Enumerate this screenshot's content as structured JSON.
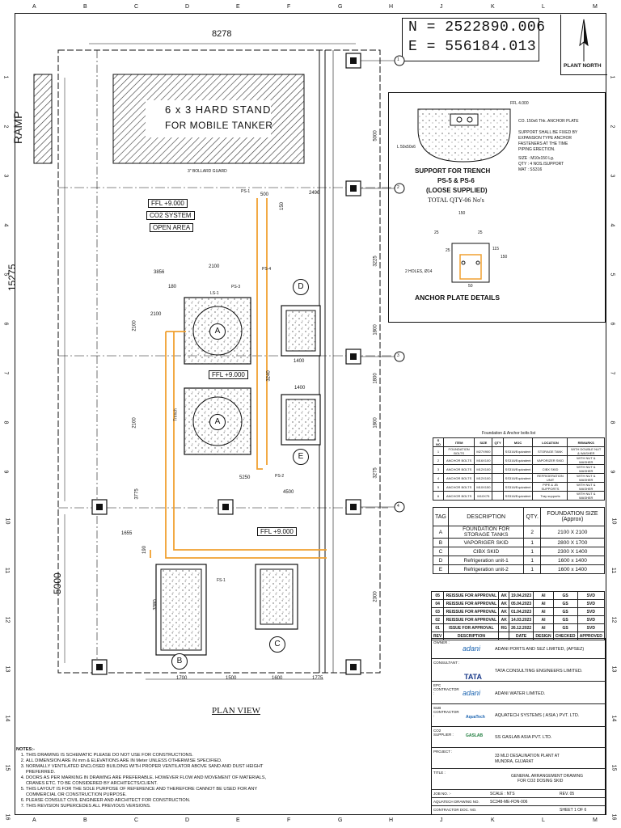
{
  "border": {
    "top_marks": [
      "A",
      "B",
      "C",
      "D",
      "E",
      "F",
      "G",
      "H",
      "J",
      "K",
      "L",
      "M"
    ],
    "side_marks": [
      "1",
      "2",
      "3",
      "4",
      "5",
      "6",
      "7",
      "8",
      "9",
      "10",
      "11",
      "12",
      "13",
      "14",
      "15",
      "16"
    ]
  },
  "coordinates": {
    "north": "N = 2522890.006",
    "east": "E = 556184.013"
  },
  "north_arrow_label": "PLANT NORTH",
  "plan": {
    "ramp": "RAMP",
    "hard_stand": [
      "6 x 3 HARD STAND",
      "FOR MOBILE TANKER"
    ],
    "bollard": "3\" BOLLARD GUARD",
    "ffl_top": "FFL +9.000",
    "co2_label": "CO2 SYSTEM",
    "open_area": "OPEN AREA",
    "ffl_mid": "FFL +9.000",
    "ffl_bottom": "FFL +9.000",
    "plan_view": "PLAN VIEW",
    "dims": {
      "top_width": "8278",
      "left_height": "15275",
      "left_bottom": "5000",
      "d5000": "5000",
      "d3225": "3225",
      "d1800": "1800",
      "d1800b": "1800",
      "d3275": "3275",
      "d1800c": "1800",
      "d2300": "2300",
      "d2100a": "2100",
      "d2100b": "2100",
      "d2100c": "2100",
      "d2100d": "2100",
      "d4500": "4500",
      "d1655": "1655",
      "d1700": "1700",
      "d1500": "1500",
      "d1600": "1600",
      "d1775": "1775",
      "d2496": "2496",
      "d3856": "3856",
      "d1400a": "1400",
      "d1400b": "1400",
      "d3380": "3380",
      "d3240": "3240",
      "d500": "500",
      "d150": "150",
      "d180": "180",
      "d190": "190",
      "d3775": "3775",
      "d5250": "5250"
    },
    "tags": [
      "A",
      "A",
      "B",
      "C",
      "D",
      "E"
    ],
    "grid_bubbles": [
      "1",
      "2",
      "3",
      "4"
    ],
    "labels": {
      "ps1": "PS-1",
      "ps2": "PS-2",
      "ps3": "PS-3",
      "ps4": "PS-4",
      "ls1": "LS-1",
      "trench": "Trench",
      "fs1": "FS-1"
    }
  },
  "detail": {
    "ffl": "FFL 4.000",
    "anchor_plate_note": "CO. 150x6 Thk. ANCHOR PLATE",
    "support_note": [
      "SUPPORT SHALL BE FIXED BY",
      "EXPANSION TYPE ANCHOR",
      "FASTENERS AT THE TIME",
      "PIPING ERECTION."
    ],
    "angle": "L 50x50x6",
    "size": "SIZE : M10x150 Lg.",
    "qty": "QTY : 4 NOS./SUPPORT",
    "mat": "MAT : SS316",
    "support_title": "SUPPORT FOR TRENCH",
    "support_sub": "PS-5 & PS-6",
    "loose": "(LOOSE SUPPLIED)",
    "total": "TOTAL QTY-06 No's",
    "plate_dims": [
      "150",
      "25",
      "25",
      "150",
      "25",
      "115",
      "50"
    ],
    "holes": "2 HOLES, Ø14",
    "anchor_title": "ANCHOR PLATE DETAILS"
  },
  "bolts_table": {
    "caption": "Foundation & Anchor bolts list",
    "headers": [
      "S NO",
      "ITEM",
      "SIZE",
      "QTY",
      "MOC",
      "LOCATION",
      "REMARKS"
    ],
    "rows": [
      [
        "1",
        "FOUNDATION BOLTS",
        "M27X900",
        "",
        "SS316/Equivalent",
        "STORAGE TANK",
        "WITH DOUBLE NUT & WASHER"
      ],
      [
        "2",
        "ANCHOR BOLTS",
        "M16X100",
        "",
        "SS316/Equivalent",
        "VAPORIZER SKID",
        "WITH NUT & WASHER"
      ],
      [
        "3",
        "ANCHOR BOLTS",
        "M12X100",
        "",
        "SS316/Equivalent",
        "CIBX SKID",
        "WITH NUT & WASHER"
      ],
      [
        "4",
        "ANCHOR BOLTS",
        "M12X100",
        "",
        "SS316/Equivalent",
        "REFRIGERATION UNIT",
        "WITH NUT & WASHER"
      ],
      [
        "5",
        "ANCHOR BOLTS",
        "M10X150",
        "",
        "SS316/Equivalent",
        "PIPE & JB SUPPORTS",
        "WITH NUT & WASHER"
      ],
      [
        "6",
        "ANCHOR BOLTS",
        "M10X75",
        "",
        "SS316/Equivalent",
        "Tray supports",
        "WITH NUT & WASHER"
      ]
    ]
  },
  "foundation_table": {
    "headers": [
      "TAG",
      "DESCRIPTION",
      "QTY.",
      "FOUNDATION SIZE (Approx)"
    ],
    "rows": [
      [
        "A",
        "FOUNDATION FOR STORAGE TANKS",
        "2",
        "2100 X 2100"
      ],
      [
        "B",
        "VAPORIGER SKID",
        "1",
        "2800 X 1700"
      ],
      [
        "C",
        "CIBX SKID",
        "1",
        "2300 X 1400"
      ],
      [
        "D",
        "Refrigeration unit-1",
        "1",
        "1600 x 1400"
      ],
      [
        "E",
        "Refrigeration unit-2",
        "1",
        "1600 x 1400"
      ]
    ]
  },
  "revisions": {
    "rows": [
      [
        "05",
        "REISSUE FOR APPROVAL",
        "AK",
        "19.04.2023",
        "AI",
        "GS",
        "SVD"
      ],
      [
        "04",
        "REISSUE FOR APPROVAL",
        "AK",
        "05.04.2023",
        "AI",
        "GS",
        "SVD"
      ],
      [
        "03",
        "REISSUE FOR APPROVAL",
        "AK",
        "01.04.2023",
        "AI",
        "GS",
        "SVD"
      ],
      [
        "02",
        "REISSUE FOR APPROVAL",
        "AK",
        "14.03.2023",
        "AI",
        "GS",
        "SVD"
      ],
      [
        "01",
        "ISSUE FOR APPROVAL",
        "RG",
        "26.12.2022",
        "AI",
        "GS",
        "SVD"
      ]
    ],
    "header": [
      "REV",
      "DESCRIPTION",
      "",
      "DATE",
      "DESIGN",
      "CHECKED",
      "APPROVED"
    ]
  },
  "title_block": {
    "owner_label": "OWNER :",
    "owner_logo": "adani",
    "owner_name": "ADANI PORTS AND SEZ LIMITED, (APSEZ)",
    "consultant_label": "CONSULTANT :",
    "consultant_logo": "TATA",
    "consultant_name": "TATA CONSULTING ENGINEERS LIMITED.",
    "epc_label": "EPC CONTRACTOR :",
    "epc_logo": "adani",
    "epc_name": "ADANI WATER LIMITED.",
    "sub_label": "SUB CONTRACTOR :",
    "sub_logo": "AquaTech",
    "sub_name": "AQUATECH SYSTEMS ( ASIA ) PVT. LTD.",
    "co2_label": "CO2 SUPPLIER :",
    "co2_logo": "GASLAB",
    "co2_name": "SS GASLAB ASIA PVT. LTD.",
    "project_label": "PROJECT :",
    "project": [
      "33 MLD DESALINATION PLANT AT",
      "MUNDRA, GUJARAT"
    ],
    "title_label": "TITLE :",
    "title": [
      "GENERAL ARRANGEMENT DRAWING",
      "FOR CO2 DOSING SKID"
    ],
    "job_no": "JOB NO. :-",
    "scale": "SCALE : NTS",
    "rev": "REV. 05",
    "aqua_dwg": "AQUATECH DRAWING NO.",
    "aqua_dwg_no": "SC348-ME-FDN-006",
    "contractor_doc": "CONTRACTOR DOC. NO.",
    "sheet": "SHEET 1 OF 6"
  },
  "notes": {
    "title": "NOTES:-",
    "items": [
      "THIS DRAWING IS SCHEMATIC PLEASE DO NOT USE FOR CONSTRUCTIONS.",
      "ALL DIMENSION ARE IN mm & ELEVATIONS ARE IN Meter UNLESS OTHERWISE SPECIFIED.",
      "NORMALLY VENTILATED ENCLOSED BUILDING WITH PROPER VENTILATOR ABOVE SAND AND DUST HEIGHT PREFERRED.",
      "DOORS AS PER MARKING IN DRAWING ARE PREFERABLE. HOWEVER FLOW AND MOVEMENT OF MATERIALS, CRANES ETC. TO BE CONSIDERED BY ARCHITECTS/CLIENT.",
      "THIS LAYOUT IS FOR THE SOLE PURPOSE OF REFERENCE AND THEREFORE CANNOT BE USED FOR ANY COMMERCIAL OR CONSTRUCTION PURPOSE.",
      "PLEASE CONSULT CIVIL ENGINEER AND ARCHITECT FOR CONSTRUCTION.",
      "THIS REVISION SUPERCEDES ALL PREVIOUS VERSIONS."
    ]
  },
  "colors": {
    "line": "#111111",
    "orange": "#f0a030",
    "hatch": "#333333"
  }
}
